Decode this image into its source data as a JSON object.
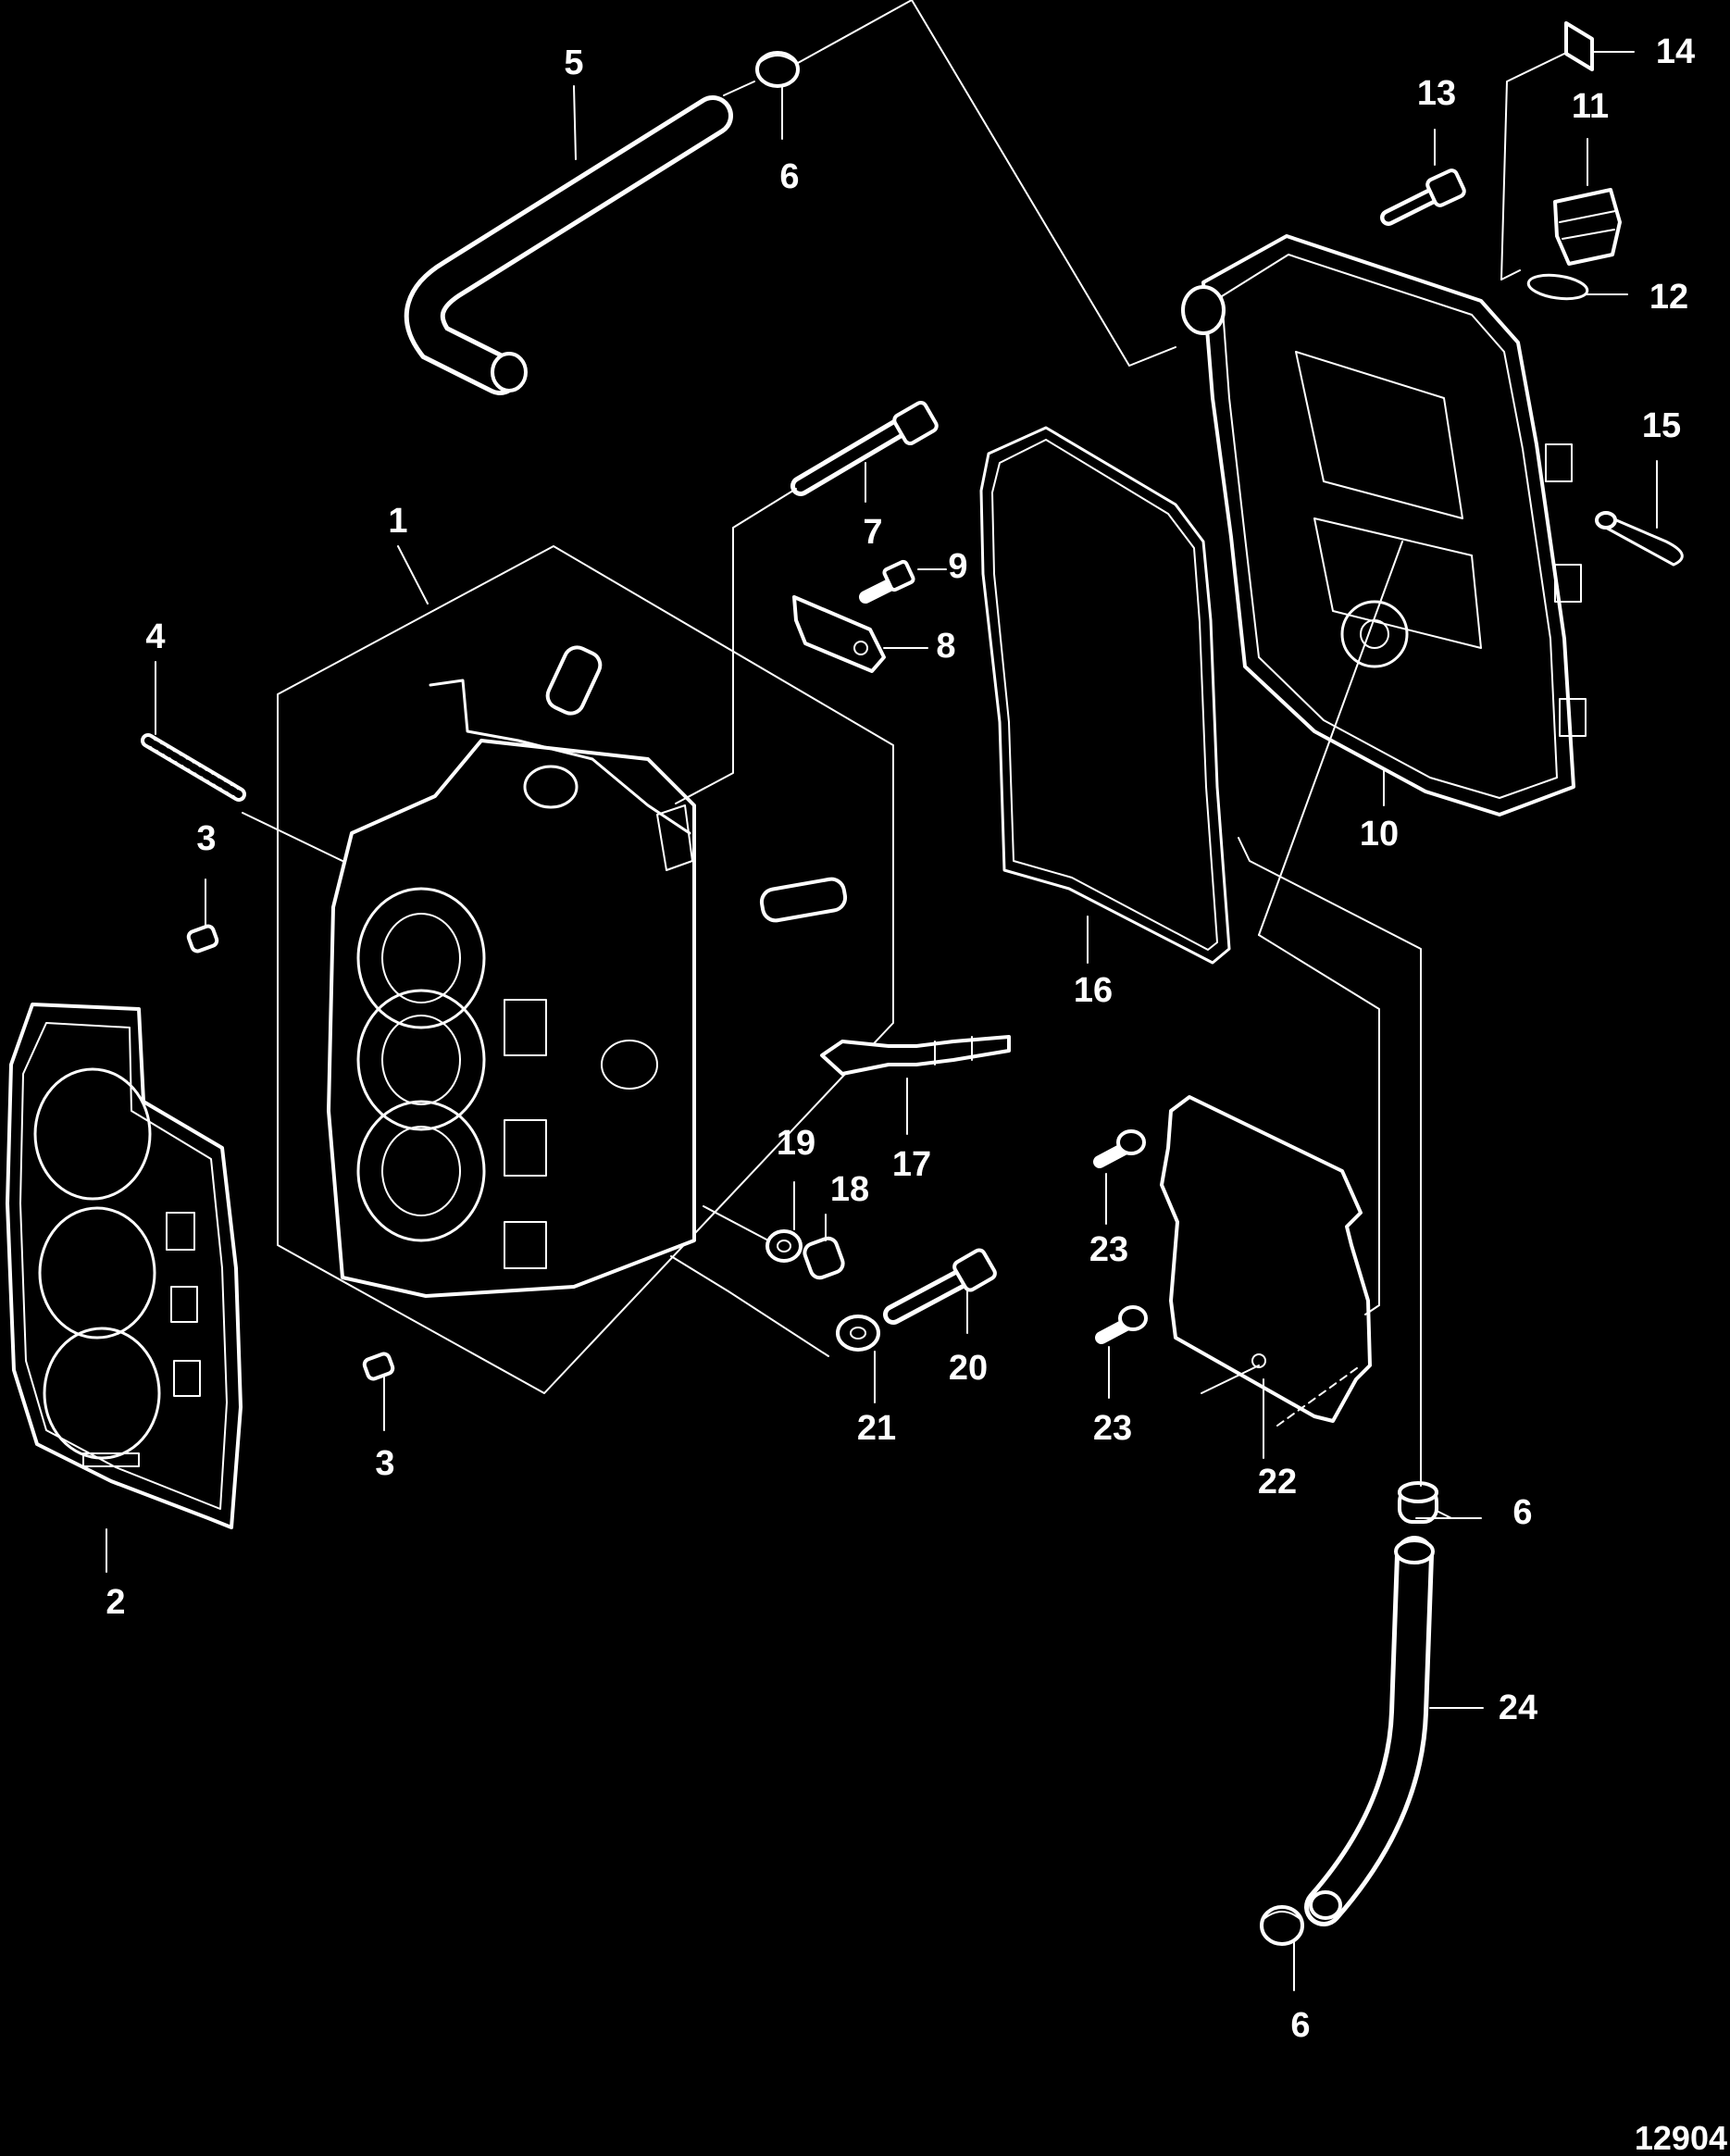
{
  "diagram": {
    "reference_number": "12904",
    "callouts": [
      {
        "id": "c1",
        "text": "1"
      },
      {
        "id": "c2",
        "text": "2"
      },
      {
        "id": "c3a",
        "text": "3"
      },
      {
        "id": "c3b",
        "text": "3"
      },
      {
        "id": "c4",
        "text": "4"
      },
      {
        "id": "c5",
        "text": "5"
      },
      {
        "id": "c6a",
        "text": "6"
      },
      {
        "id": "c6b",
        "text": "6"
      },
      {
        "id": "c6c",
        "text": "6"
      },
      {
        "id": "c7",
        "text": "7"
      },
      {
        "id": "c8",
        "text": "8"
      },
      {
        "id": "c9",
        "text": "9"
      },
      {
        "id": "c10",
        "text": "10"
      },
      {
        "id": "c11",
        "text": "11"
      },
      {
        "id": "c12",
        "text": "12"
      },
      {
        "id": "c13",
        "text": "13"
      },
      {
        "id": "c14",
        "text": "14"
      },
      {
        "id": "c15",
        "text": "15"
      },
      {
        "id": "c16",
        "text": "16"
      },
      {
        "id": "c17",
        "text": "17"
      },
      {
        "id": "c18",
        "text": "18"
      },
      {
        "id": "c19",
        "text": "19"
      },
      {
        "id": "c20",
        "text": "20"
      },
      {
        "id": "c21",
        "text": "21"
      },
      {
        "id": "c22",
        "text": "22"
      },
      {
        "id": "c23a",
        "text": "23"
      },
      {
        "id": "c23b",
        "text": "23"
      },
      {
        "id": "c24",
        "text": "24"
      }
    ]
  }
}
